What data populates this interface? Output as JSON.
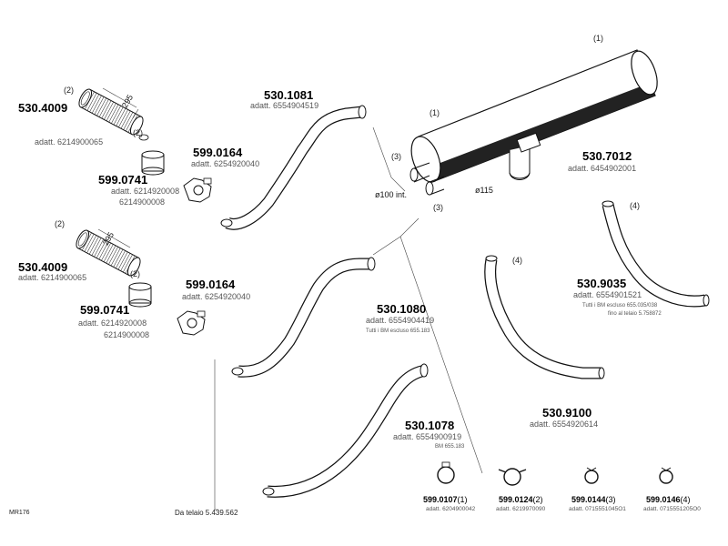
{
  "parts": [
    {
      "id": "p1",
      "code": "530.4009",
      "qty": "(2)",
      "adatt": "adatt. 6214900065",
      "dim": "295"
    },
    {
      "id": "p2",
      "code": "599.0741",
      "qty": "(2)",
      "adatt_lines": [
        "adatt. 6214920008",
        "6214900008"
      ]
    },
    {
      "id": "p3",
      "code": "530.4009",
      "qty": "(2)",
      "adatt": "adatt. 6214900065",
      "dim": "295"
    },
    {
      "id": "p4",
      "code": "599.0741",
      "qty": "(2)",
      "adatt_lines": [
        "adatt. 6214920008",
        "6214900008"
      ]
    },
    {
      "id": "p5",
      "code": "599.0164",
      "adatt": "adatt. 6254920040"
    },
    {
      "id": "p6",
      "code": "599.0164",
      "adatt": "adatt. 6254920040"
    },
    {
      "id": "p7",
      "code": "530.1081",
      "adatt": "adatt. 6554904519"
    },
    {
      "id": "p8",
      "code": "530.1080",
      "adatt": "adatt. 6554904419",
      "note": "Tutti i BM escluso 655.183"
    },
    {
      "id": "p9",
      "code": "530.1078",
      "adatt": "adatt. 6554900919",
      "note": "BM 655.183"
    },
    {
      "id": "p10",
      "code": "530.7012",
      "adatt": "adatt. 6454902001",
      "qty_top": "(1)",
      "qty_mid": "(1)",
      "qty_in": "(3)",
      "qty_out": "(3)",
      "dim_in": "ø100 int.",
      "dim_out": "ø115"
    },
    {
      "id": "p11",
      "code": "530.9035",
      "qty": "(4)",
      "adatt": "adatt. 6554901521",
      "note_lines": [
        "Tutti i BM escluso 655.035/038",
        "fino al telaio 5.758872"
      ]
    },
    {
      "id": "p12",
      "code": "530.9100",
      "qty": "(4)",
      "adatt": "adatt. 6554920614"
    }
  ],
  "clamps": [
    {
      "code": "599.0107",
      "qty": "(1)",
      "adatt": "adatt. 6204900042"
    },
    {
      "code": "599.0124",
      "qty": "(2)",
      "adatt": "adatt. 6219970090"
    },
    {
      "code": "599.0144",
      "qty": "(3)",
      "adatt": "adatt. 0715551045O1"
    },
    {
      "code": "599.0146",
      "qty": "(4)",
      "adatt": "adatt. 0715551205O0"
    }
  ],
  "footer": {
    "ref": "MR176",
    "chassis": "Da telaio 5.439.562"
  },
  "colors": {
    "line": "#111111",
    "text": "#000000",
    "muted": "#555555"
  }
}
